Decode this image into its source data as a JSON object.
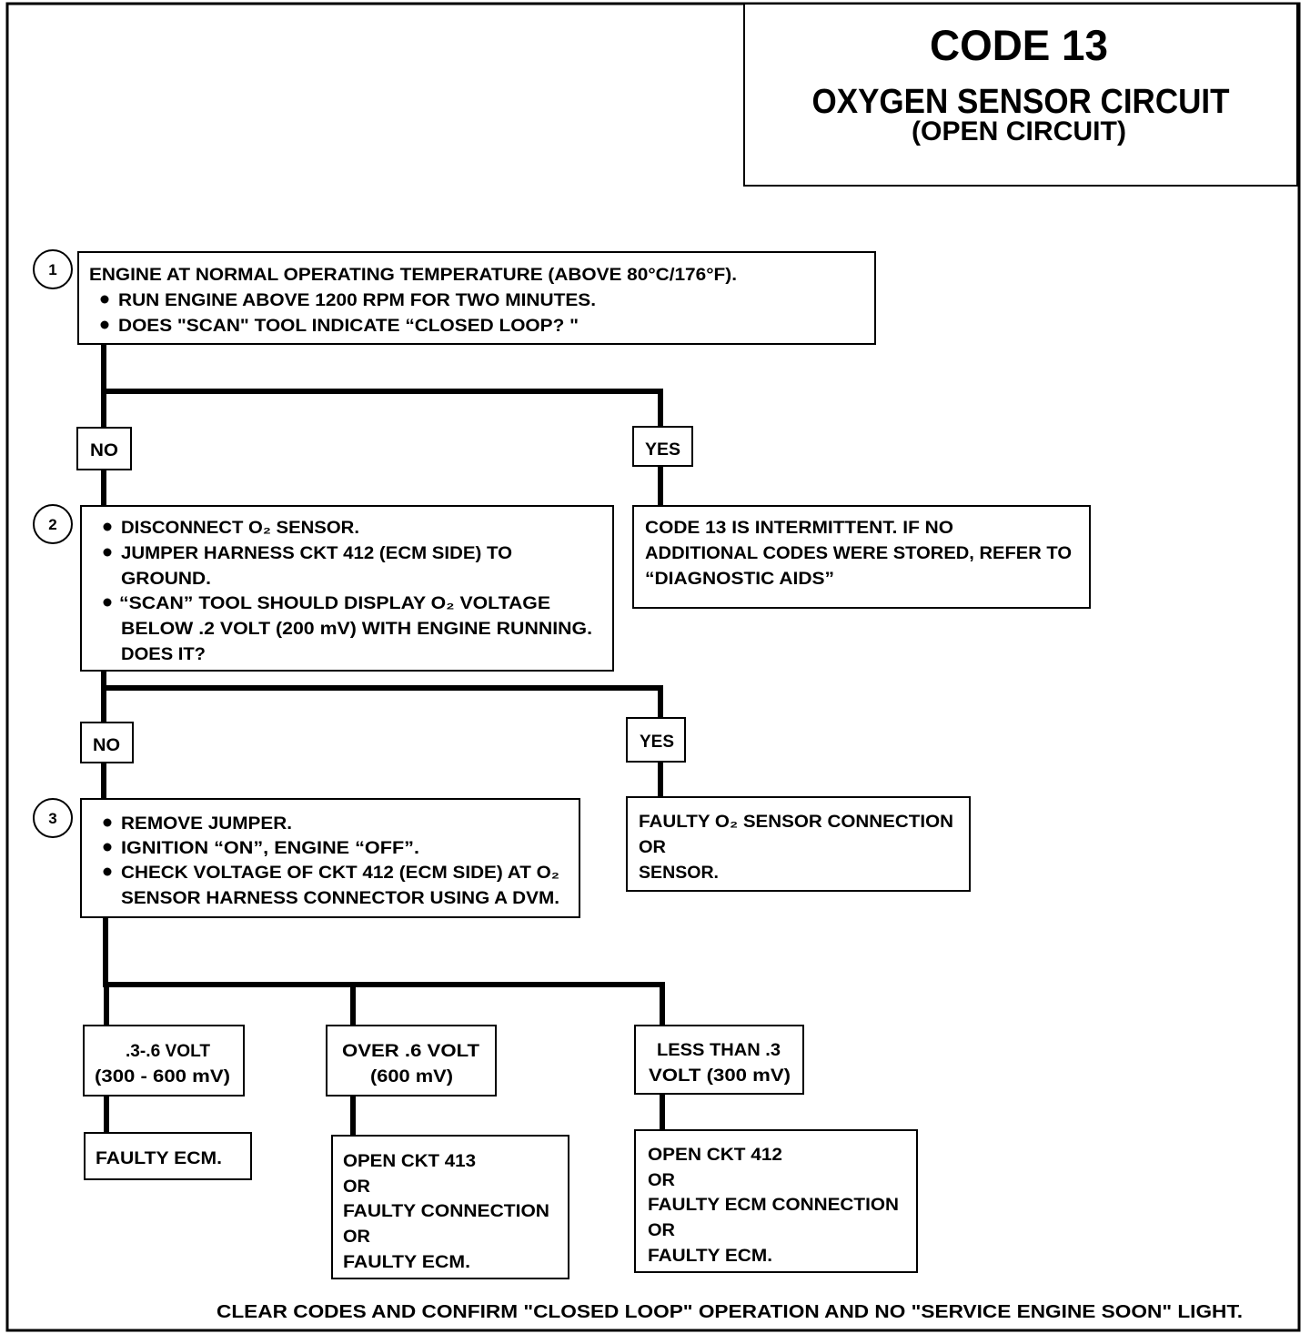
{
  "title": {
    "code": "CODE 13",
    "circuit": "OXYGEN SENSOR CIRCUIT",
    "condition": "(OPEN CIRCUIT)"
  },
  "labels": {
    "no": "NO",
    "yes": "YES"
  },
  "steps": [
    {
      "number": "1",
      "lines": [
        "ENGINE AT NORMAL OPERATING TEMPERATURE (ABOVE 80°C/176°F).",
        "RUN ENGINE ABOVE 1200 RPM FOR TWO MINUTES.",
        "DOES \"SCAN\" TOOL INDICATE “CLOSED LOOP? \""
      ]
    },
    {
      "number": "2",
      "lines": [
        "DISCONNECT O₂ SENSOR.",
        "JUMPER HARNESS CKT 412 (ECM SIDE) TO",
        "GROUND.",
        "“SCAN” TOOL SHOULD DISPLAY O₂ VOLTAGE",
        "BELOW .2 VOLT (200 mV) WITH ENGINE RUNNING.",
        "DOES IT?"
      ]
    },
    {
      "number": "3",
      "lines": [
        "REMOVE JUMPER.",
        "IGNITION “ON”, ENGINE “OFF”.",
        "CHECK VOLTAGE OF CKT 412 (ECM SIDE) AT O₂",
        "SENSOR HARNESS CONNECTOR USING A DVM."
      ]
    }
  ],
  "outcomes": {
    "step1_yes": [
      "CODE 13 IS INTERMITTENT. IF NO",
      "ADDITIONAL CODES WERE STORED, REFER TO",
      "“DIAGNOSTIC AIDS”"
    ],
    "step2_yes": [
      "FAULTY O₂ SENSOR CONNECTION",
      "OR",
      "SENSOR."
    ]
  },
  "voltage_branches": [
    {
      "reading": [
        ".3-.6 VOLT",
        "(300 - 600 mV)"
      ],
      "result": [
        "FAULTY ECM."
      ]
    },
    {
      "reading": [
        "OVER .6 VOLT",
        "(600 mV)"
      ],
      "result": [
        "OPEN CKT 413",
        "OR",
        "FAULTY CONNECTION",
        "OR",
        "FAULTY ECM."
      ]
    },
    {
      "reading": [
        "LESS THAN .3",
        "VOLT (300 mV)"
      ],
      "result": [
        "OPEN CKT 412",
        "OR",
        "FAULTY ECM CONNECTION",
        "OR",
        "FAULTY ECM."
      ]
    }
  ],
  "footer": "CLEAR CODES AND CONFIRM \"CLOSED LOOP\" OPERATION AND NO \"SERVICE ENGINE SOON\" LIGHT."
}
